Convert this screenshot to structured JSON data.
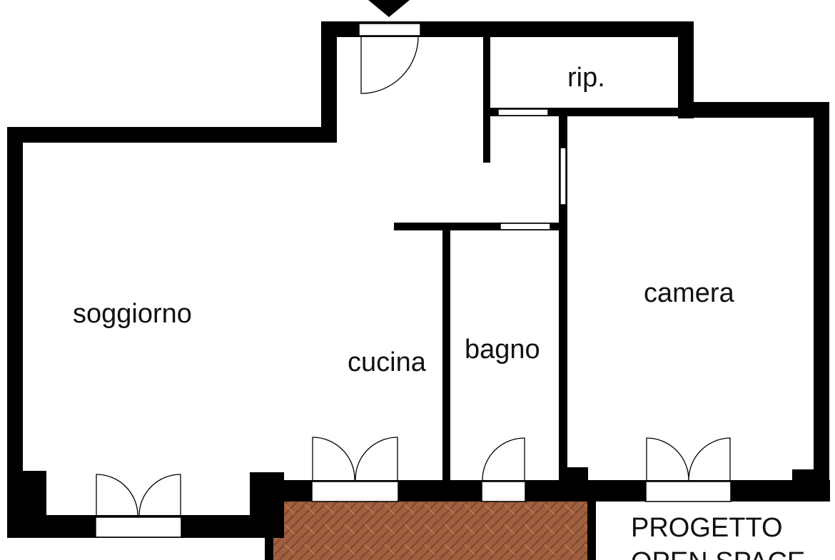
{
  "rooms": {
    "soggiorno": "soggiorno",
    "cucina": "cucina",
    "bagno": "bagno",
    "camera": "camera",
    "ripostiglio": "rip."
  },
  "stamp": {
    "line1": "PROGETTO",
    "line2": "OPEN SPACE"
  },
  "colors": {
    "wall": "#000000",
    "floor": "#ffffff",
    "terrace_tile": "#a0603f",
    "terrace_grout": "#7b4630"
  },
  "icons": {
    "entrance": "entrance-arrow-icon"
  }
}
